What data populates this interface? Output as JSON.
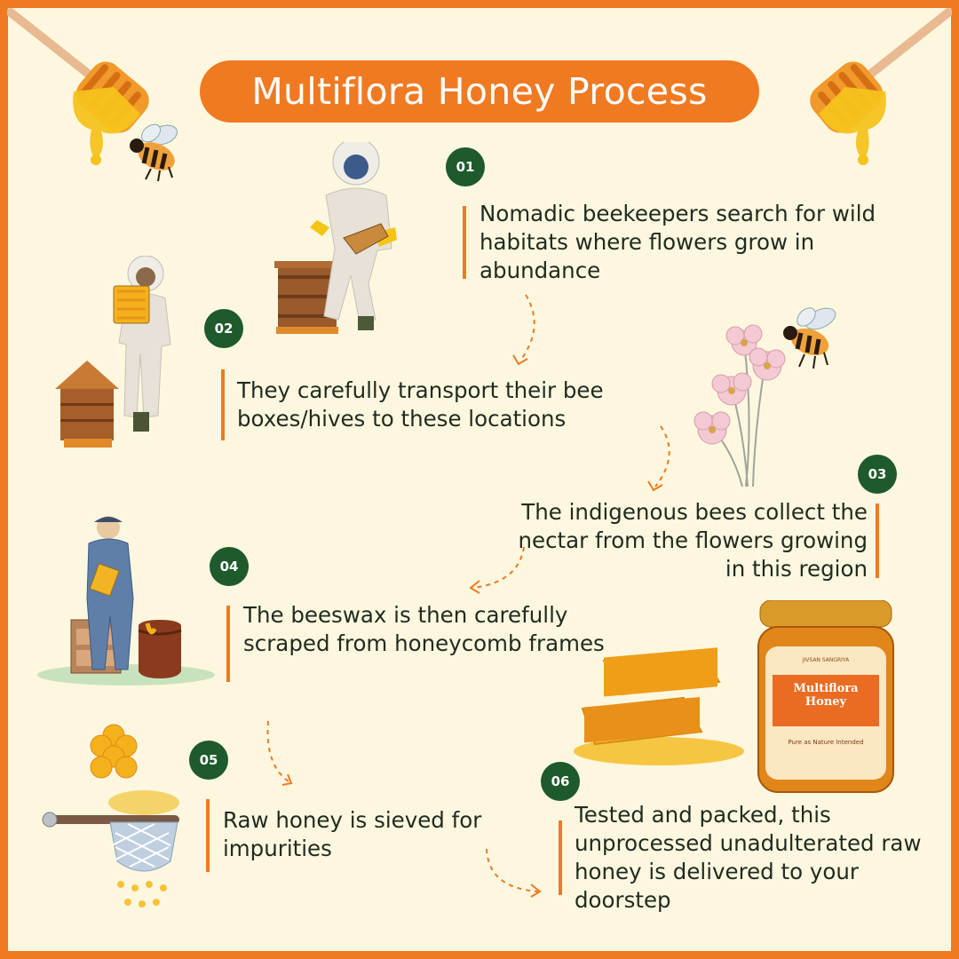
{
  "title": "Multiflora Honey Process",
  "colors": {
    "accent": "#ef7a22",
    "badge": "#1e5a2b",
    "background": "#fdf7df"
  },
  "steps": [
    {
      "num": "01",
      "text": "Nomadic beekeepers search for wild habitats where flowers grow in abundance"
    },
    {
      "num": "02",
      "text": "They carefully transport their bee boxes/hives to these locations"
    },
    {
      "num": "03",
      "text": "The indigenous bees collect the nectar from the flowers growing in this region"
    },
    {
      "num": "04",
      "text": "The beeswax is then carefully scraped from honeycomb frames"
    },
    {
      "num": "05",
      "text": "Raw honey is sieved for impurities"
    },
    {
      "num": "06",
      "text": "Tested and packed, this unprocessed unadulterated raw honey is delivered to your doorstep"
    }
  ],
  "jar": {
    "brand": "JIVSAN SANGRIYA",
    "product": "Multiflora Honey",
    "tagline": "Pure as Nature Intended"
  },
  "icons": [
    "honey-dipper-icon",
    "bee-icon",
    "beekeeper-icon",
    "beehive-icon",
    "flowers-icon",
    "honeycomb-icon",
    "sieve-icon",
    "honey-jar-icon"
  ]
}
